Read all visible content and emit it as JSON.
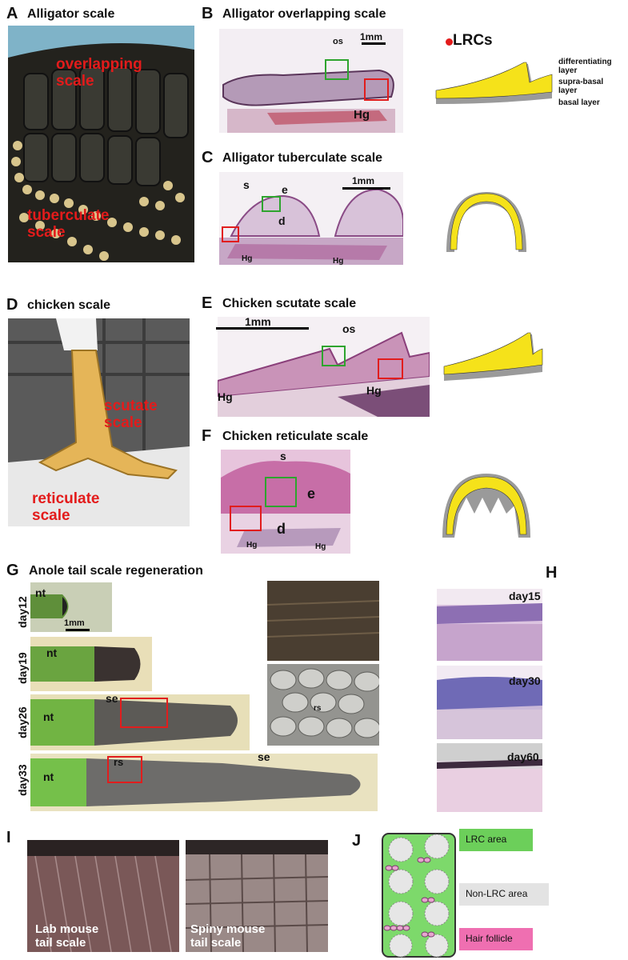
{
  "panels": {
    "A": {
      "letter": "A",
      "title": "Alligator scale",
      "overlapping": "overlapping\nscale",
      "tuberculate": "tuberculate\nscale"
    },
    "B": {
      "letter": "B",
      "title": "Alligator overlapping scale",
      "os": "os",
      "scale": "1mm",
      "hg": "Hg"
    },
    "C": {
      "letter": "C",
      "title": "Alligator tuberculate scale",
      "s": "s",
      "e": "e",
      "d": "d",
      "scale": "1mm",
      "hg1": "Hg",
      "hg2": "Hg"
    },
    "D": {
      "letter": "D",
      "title": "chicken scale",
      "scutate": "scutate\nscale",
      "reticulate": "reticulate\nscale"
    },
    "E": {
      "letter": "E",
      "title": "Chicken scutate scale",
      "scale": "1mm",
      "os": "os",
      "hg1": "Hg",
      "hg2": "Hg"
    },
    "F": {
      "letter": "F",
      "title": "Chicken reticulate scale",
      "s": "s",
      "e": "e",
      "d": "d",
      "hg1": "Hg",
      "hg2": "Hg"
    },
    "G": {
      "letter": "G",
      "title": "Anole tail scale regeneration",
      "days": [
        "day12",
        "day19",
        "day26",
        "day33"
      ],
      "nt": "nt",
      "scale": "1mm",
      "se": "se",
      "rs": "rs"
    },
    "H": {
      "letter": "H",
      "days": [
        "day15",
        "day30",
        "day60"
      ]
    },
    "I": {
      "letter": "I",
      "lab": "Lab mouse\ntail scale",
      "spiny": "Spiny mouse\ntail scale"
    },
    "J": {
      "letter": "J",
      "lrc": "LRC area",
      "nonlrc": "Non-LRC area",
      "hair": "Hair follicle"
    }
  },
  "legend": {
    "lrcs": "LRCs",
    "differentiating": "differentiating\nlayer",
    "suprabasal": "supra-basal\nlayer",
    "basal": "basal layer"
  },
  "colors": {
    "red_label": "#e31b1b",
    "green_box": "#2ea42e",
    "red_box": "#e11d1d",
    "yellow_layer": "#f5e21a",
    "gray_layer": "#9a9a9a",
    "lrc_green": "#6ccf5a",
    "hair_pink": "#ef6fb1"
  }
}
